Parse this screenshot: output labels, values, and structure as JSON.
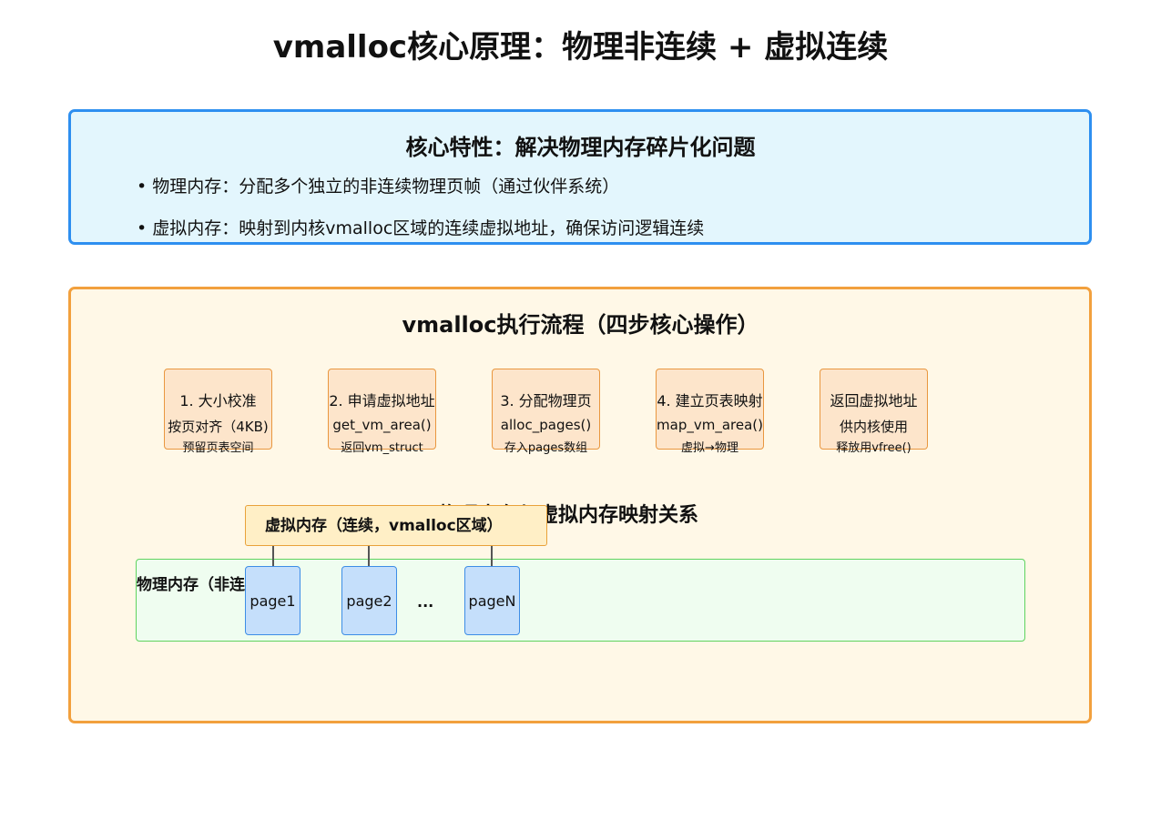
{
  "title": "vmalloc核心原理：物理非连续 + 虚拟连续",
  "core": {
    "heading": "核心特性：解决物理内存碎片化问题",
    "bullets": [
      "• 物理内存：分配多个独立的非连续物理页帧（通过伙伴系统）",
      "• 虚拟内存：映射到内核vmalloc区域的连续虚拟地址，确保访问逻辑连续"
    ]
  },
  "flow": {
    "heading": "vmalloc执行流程（四步核心操作）",
    "steps": [
      {
        "title": "1. 大小校准",
        "sub1": "按页对齐（4KB)",
        "sub2": "预留页表空间"
      },
      {
        "title": "2. 申请虚拟地址",
        "sub1": "get_vm_area()",
        "sub2": "返回vm_struct"
      },
      {
        "title": "3. 分配物理页",
        "sub1": "alloc_pages()",
        "sub2": "存入pages数组"
      },
      {
        "title": "4. 建立页表映射",
        "sub1": "map_vm_area()",
        "sub2": "虚拟→物理"
      },
      {
        "title": "返回虚拟地址",
        "sub1": "供内核使用",
        "sub2": "释放用vfree()"
      }
    ]
  },
  "mapping": {
    "heading": "物理内存与虚拟内存映射关系",
    "physical_label": "物理内存（非连续）",
    "virtual_label": "虚拟内存（连续，vmalloc区域）",
    "pages": [
      "page1",
      "page2",
      "...",
      "pageN"
    ]
  }
}
